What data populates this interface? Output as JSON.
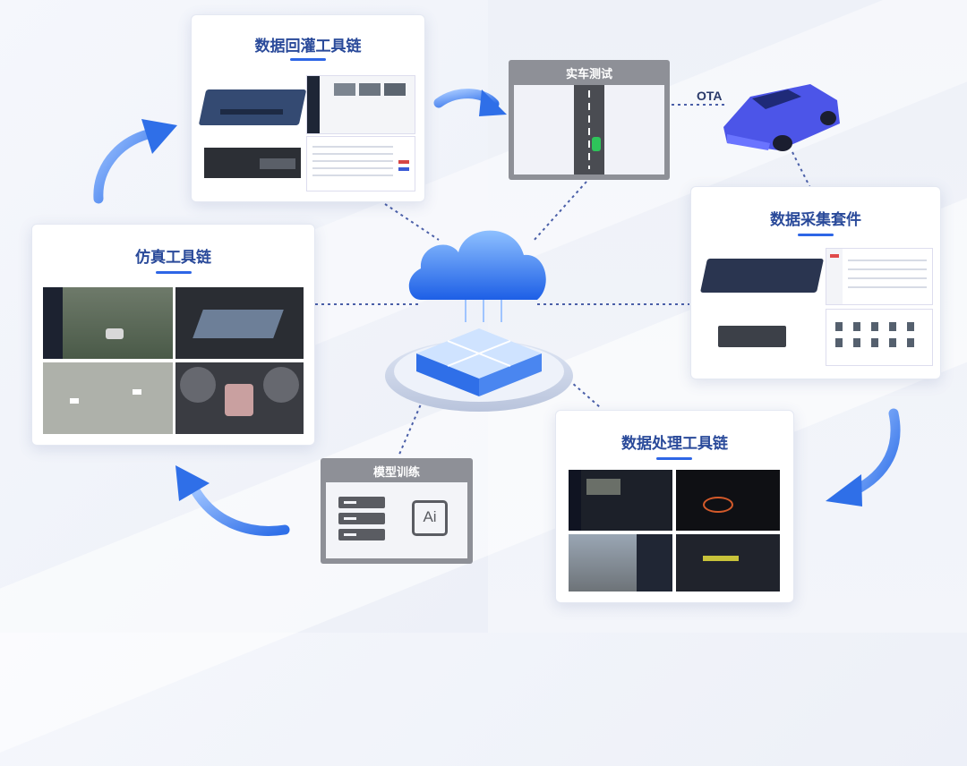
{
  "nodes": {
    "replay": {
      "title": "数据回灌工具链"
    },
    "sim": {
      "title": "仿真工具链"
    },
    "road_test": {
      "title": "实车测试"
    },
    "ota": {
      "label": "OTA"
    },
    "collect": {
      "title": "数据采集套件"
    },
    "process": {
      "title": "数据处理工具链"
    },
    "training": {
      "title": "模型训练",
      "ai_icon_text": "Ai"
    }
  },
  "icons": [
    "cloud-icon",
    "server-stack-icon",
    "ai-chip-icon",
    "car-icon",
    "cycle-arrow-icon"
  ],
  "colors": {
    "accent": "#2e66e6",
    "title": "#2a4a9a",
    "arrow": "#3d7ff0",
    "car": "#4c55e8"
  }
}
